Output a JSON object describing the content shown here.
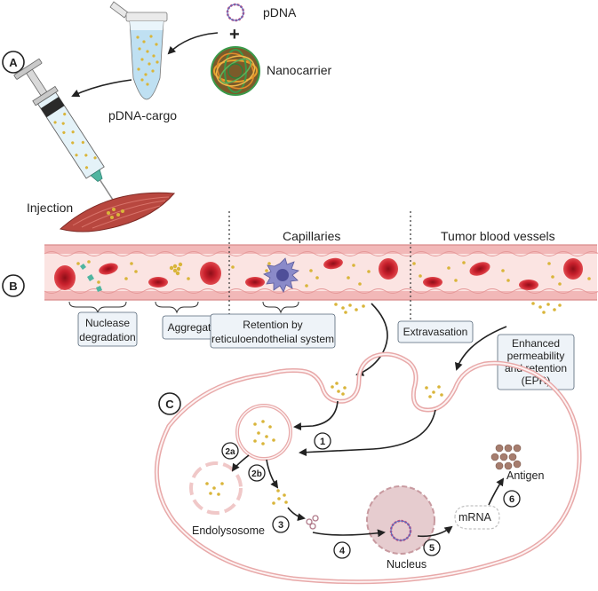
{
  "panels": {
    "a": "A",
    "b": "B",
    "c": "C"
  },
  "top": {
    "pdna": "pDNA",
    "plus": "+",
    "nanocarrier": "Nanocarrier",
    "cargo": "pDNA-cargo",
    "injection": "Injection"
  },
  "vessel": {
    "capillaries": "Capillaries",
    "tumor": "Tumor blood vessels",
    "nuclease_l1": "Nuclease",
    "nuclease_l2": "degradation",
    "aggregation": "Aggregation",
    "res_l1": "Retention by",
    "res_l2": "reticuloendothelial system",
    "extravasation": "Extravasation",
    "epr_l1": "Enhanced",
    "epr_l2": "permeability",
    "epr_l3": "and retention",
    "epr_l4": "(EPR)"
  },
  "cell": {
    "endolysosome": "Endolysosome",
    "nucleus": "Nucleus",
    "mrna": "mRNA",
    "antigen": "Antigen",
    "steps": {
      "s1": "1",
      "s2a": "2a",
      "s2b": "2b",
      "s3": "3",
      "s4": "4",
      "s5": "5",
      "s6": "6"
    }
  },
  "colors": {
    "vessel_wall": "#f2b8b8",
    "vessel_lumen": "#fbe4e2",
    "rbc": "#c8202c",
    "nanoparticle": "#d9b53a",
    "cell_membrane": "#e8a9a9",
    "nucleus": "#e6cccf",
    "muscle": "#b8473f",
    "box_fill": "#eef3f8"
  }
}
